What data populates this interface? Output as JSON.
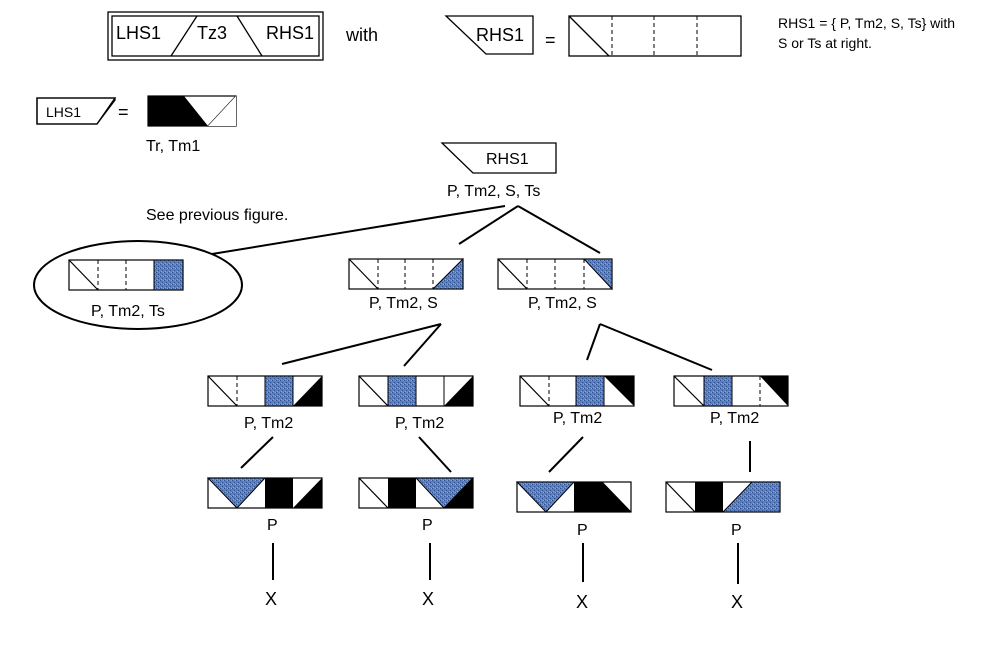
{
  "header": {
    "lhs_label": "LHS1",
    "tz_label": "Tz3",
    "rhs_label": "RHS1",
    "with_word": "with",
    "rhs_box_label": "RHS1",
    "equals": "=",
    "note_line1": "RHS1 = { P, Tm2, S, Ts}  with",
    "note_line2": "S or Ts at right."
  },
  "lhs_def": {
    "box_label": "LHS1",
    "equals": "=",
    "caption": "Tr, Tm1"
  },
  "root": {
    "box_label": "RHS1",
    "caption": "P, Tm2, S, Ts"
  },
  "see_previous": "See previous figure.",
  "level1": [
    {
      "caption": "P, Tm2, Ts"
    },
    {
      "caption": "P, Tm2, S"
    },
    {
      "caption": "P, Tm2, S"
    }
  ],
  "level2": [
    {
      "caption": "P, Tm2"
    },
    {
      "caption": "P, Tm2"
    },
    {
      "caption": "P, Tm2"
    },
    {
      "caption": "P, Tm2"
    }
  ],
  "level3": [
    {
      "caption": "P",
      "result": "X"
    },
    {
      "caption": "P",
      "result": "X"
    },
    {
      "caption": "P",
      "result": "X"
    },
    {
      "caption": "P",
      "result": "X"
    }
  ],
  "colors": {
    "blue_fill": "#5b7fc0",
    "blue_texture": "#2f4f8a",
    "black_fill": "#000000",
    "line": "#000000"
  }
}
